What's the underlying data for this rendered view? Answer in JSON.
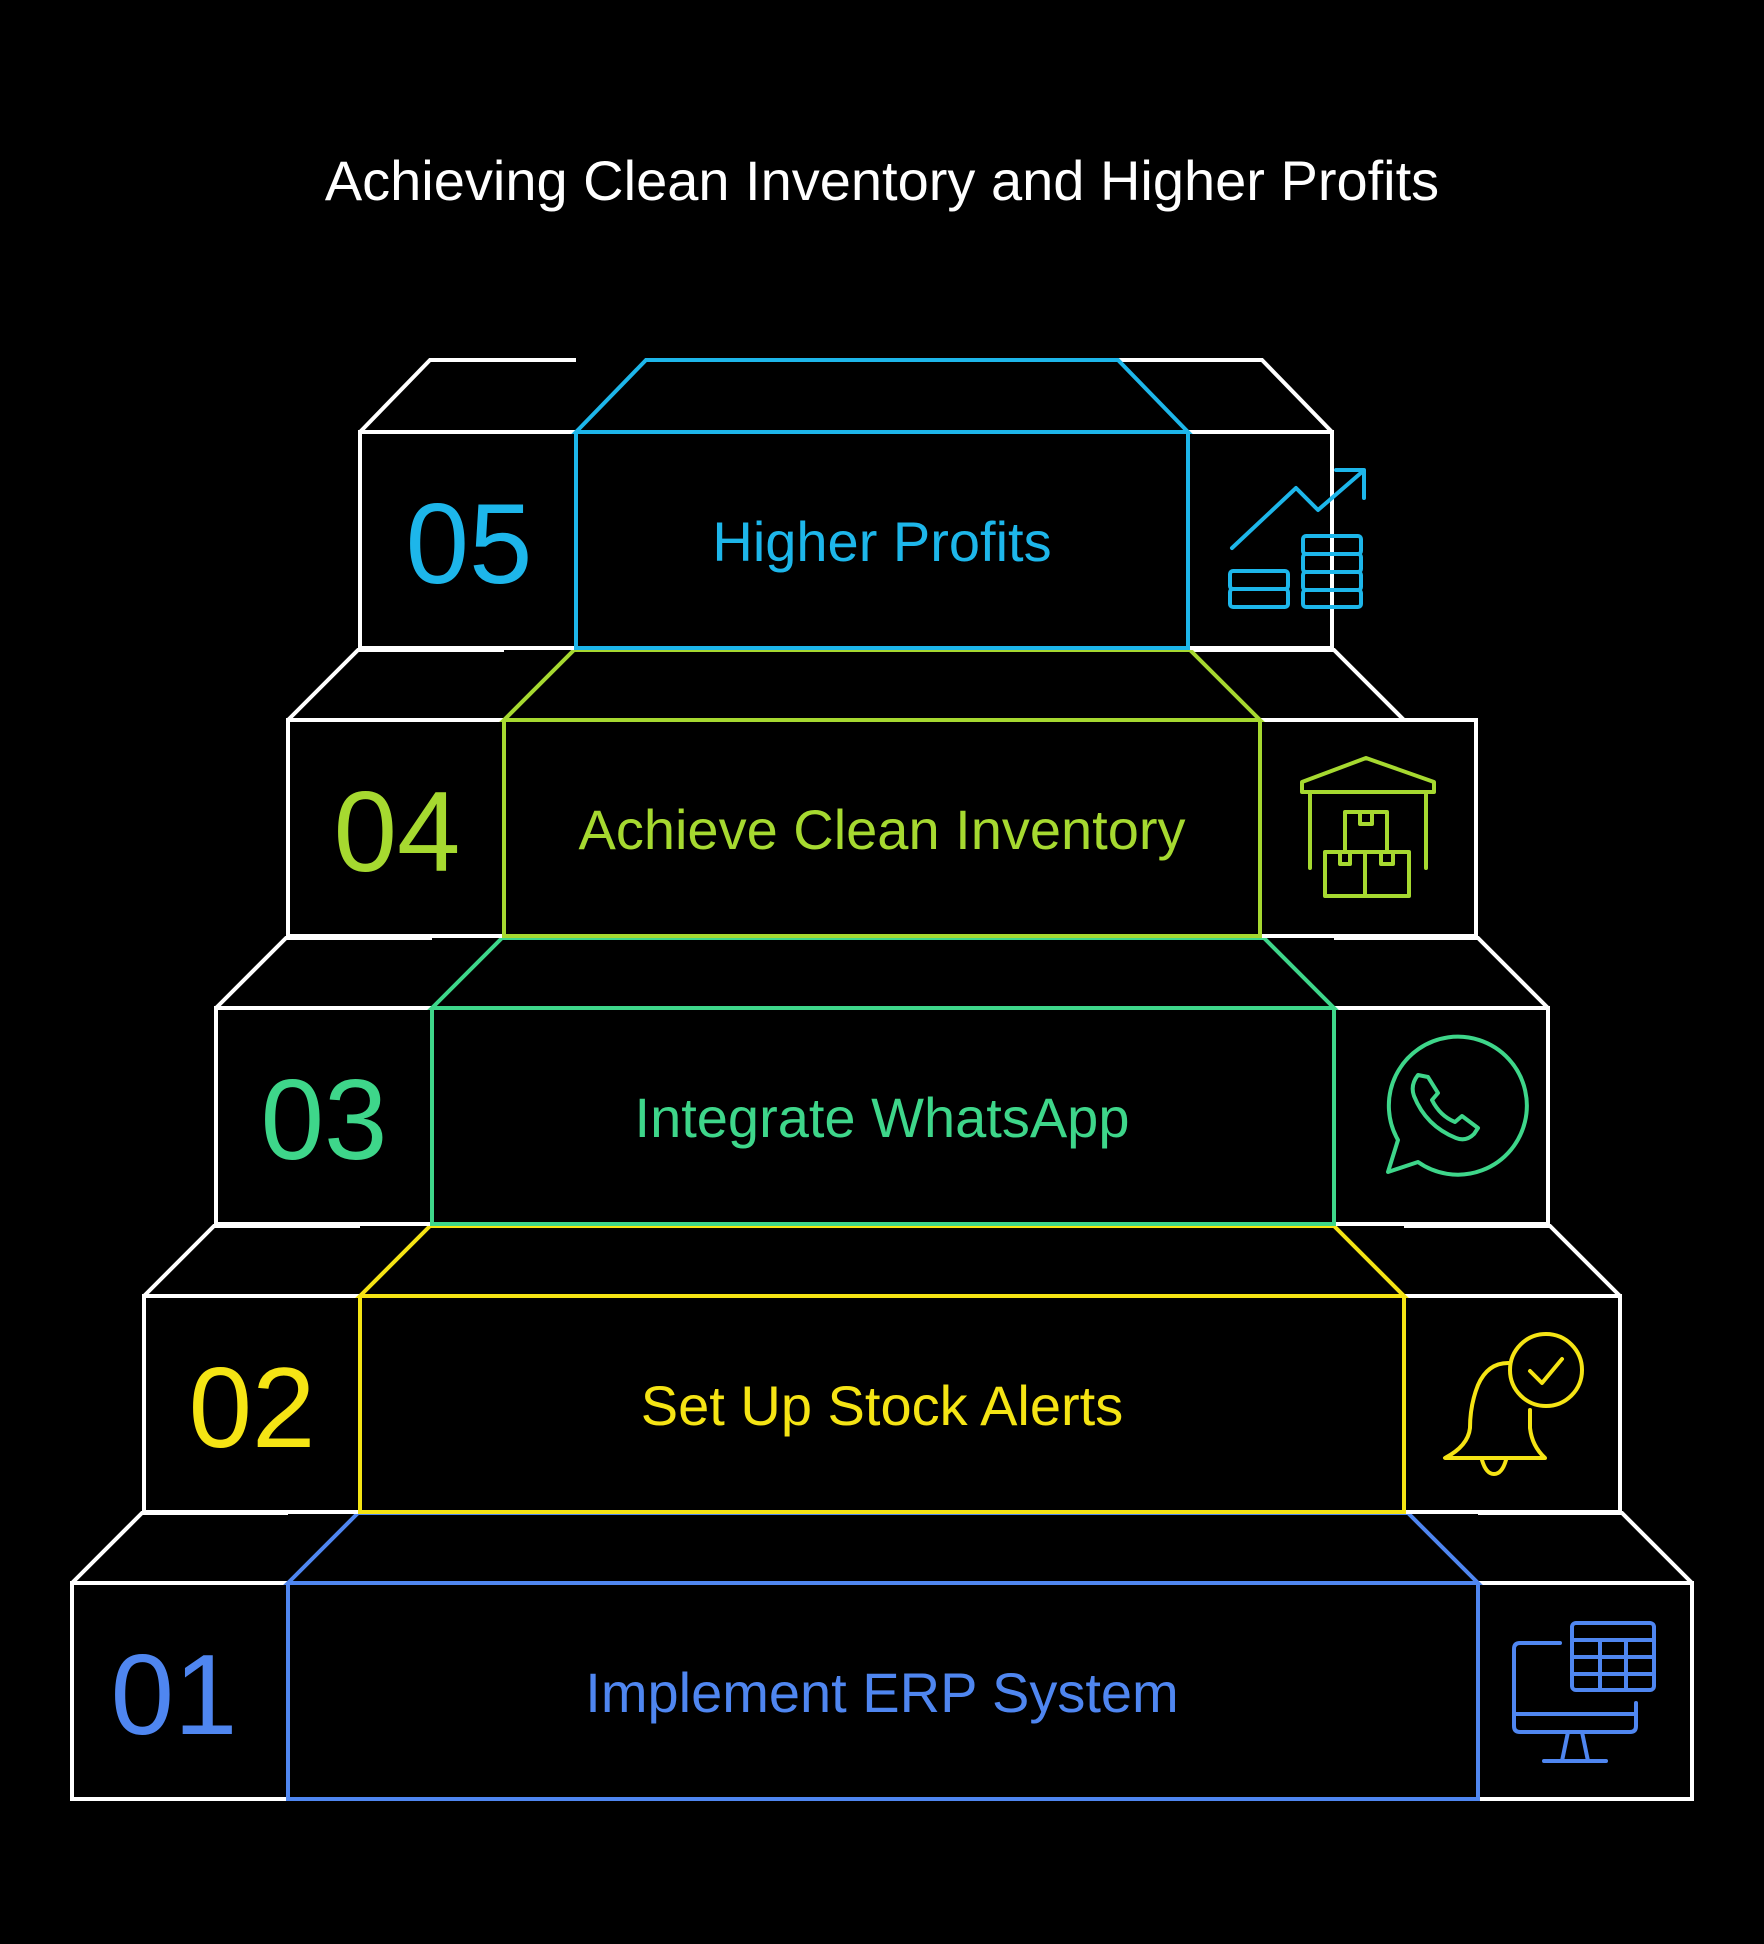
{
  "title": "Achieving Clean Inventory and Higher Profits",
  "steps": [
    {
      "number": "01",
      "label": "Implement ERP System",
      "icon": "computer-spreadsheet-icon",
      "color": "#4f86f0"
    },
    {
      "number": "02",
      "label": "Set Up Stock Alerts",
      "icon": "bell-check-icon",
      "color": "#f5e414"
    },
    {
      "number": "03",
      "label": "Integrate WhatsApp",
      "icon": "whatsapp-icon",
      "color": "#3ed68a"
    },
    {
      "number": "04",
      "label": "Achieve Clean Inventory",
      "icon": "warehouse-boxes-icon",
      "color": "#a6d930"
    },
    {
      "number": "05",
      "label": "Higher Profits",
      "icon": "coins-growth-icon",
      "color": "#1db6ea"
    }
  ],
  "colors": {
    "background": "#000000",
    "outline": "#ffffff"
  }
}
